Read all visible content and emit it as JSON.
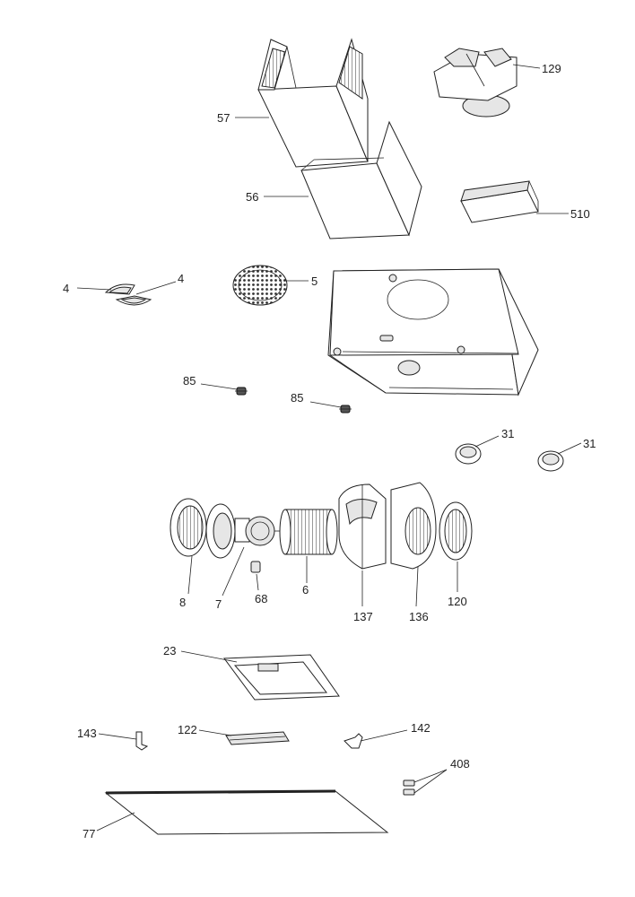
{
  "callouts": {
    "c57": "57",
    "c56": "56",
    "c129": "129",
    "c510": "510",
    "c4a": "4",
    "c4b": "4",
    "c5": "5",
    "c85a": "85",
    "c85b": "85",
    "c31a": "31",
    "c31b": "31",
    "c8": "8",
    "c7": "7",
    "c68": "68",
    "c6": "6",
    "c137": "137",
    "c136": "136",
    "c120": "120",
    "c23": "23",
    "c143": "143",
    "c122": "122",
    "c142": "142",
    "c408": "408",
    "c77": "77"
  },
  "colors": {
    "line": "#222222",
    "background": "#ffffff",
    "fill_grey": "#e6e6e6"
  }
}
